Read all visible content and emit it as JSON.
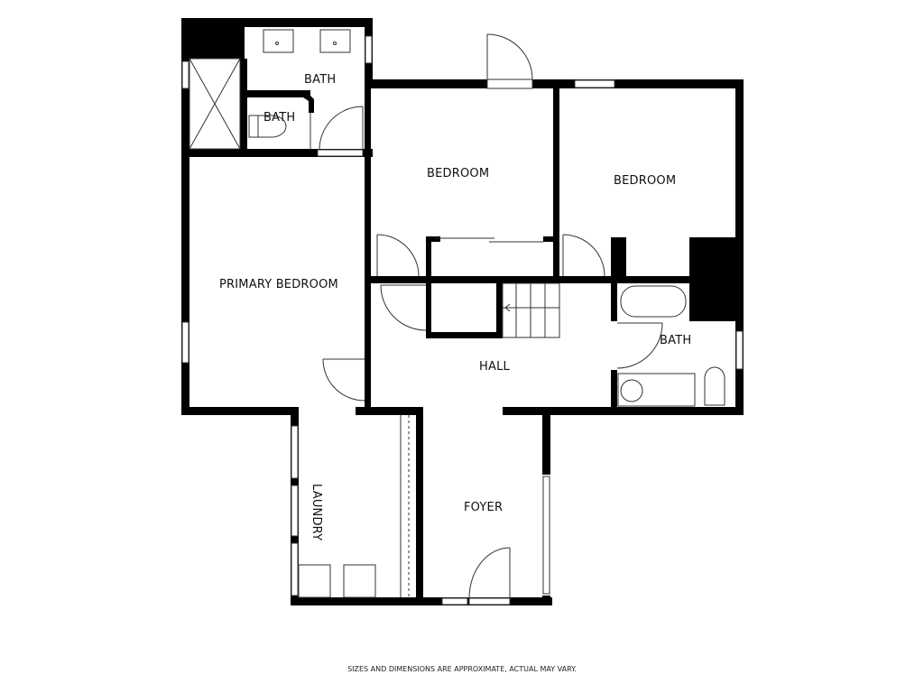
{
  "rooms": {
    "bath_primary": "BATH",
    "bath_wc": "BATH",
    "bedroom_1": "BEDROOM",
    "bedroom_2": "BEDROOM",
    "primary_bedroom": "PRIMARY BEDROOM",
    "hall": "HALL",
    "bath_hall": "BATH",
    "laundry": "LAUNDRY",
    "foyer": "FOYER"
  },
  "footer": {
    "disclaimer": "SIZES AND DIMENSIONS ARE APPROXIMATE, ACTUAL MAY VARY."
  },
  "colors": {
    "wall": "#000000",
    "fixture_line": "#333333",
    "background": "#ffffff"
  }
}
